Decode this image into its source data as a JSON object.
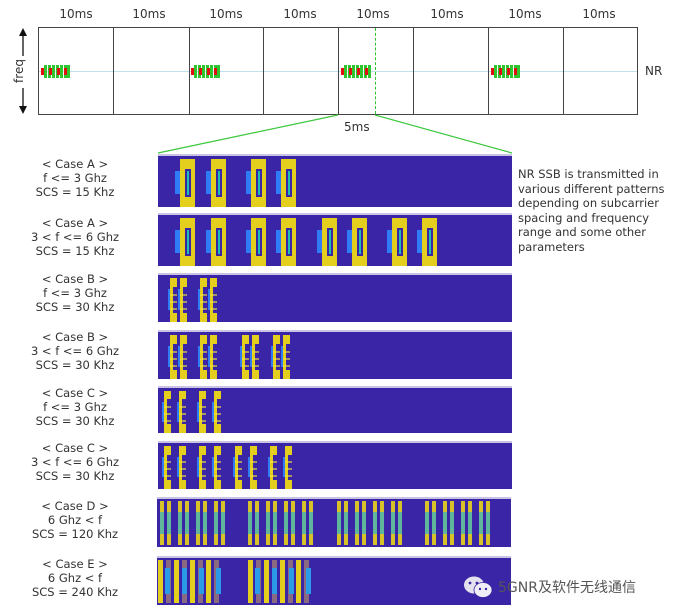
{
  "top_diagram": {
    "frame_labels": [
      "10ms",
      "10ms",
      "10ms",
      "10ms",
      "10ms",
      "10ms",
      "10ms",
      "10ms"
    ],
    "axis_label": "freq",
    "signal_label": "NR",
    "zoom_label": "5ms",
    "colors": {
      "ssb_green": "#2ec62e",
      "ssb_red": "#e01010",
      "nr_line": "#bfe3ea",
      "zoom_line": "#3cc83c"
    }
  },
  "cases": [
    {
      "title": "< Case A >",
      "freq": "f <= 3 Ghz",
      "scs": "SCS = 15 Khz"
    },
    {
      "title": "< Case A >",
      "freq": "3 < f <= 6 Ghz",
      "scs": "SCS = 15 Khz"
    },
    {
      "title": "< Case B >",
      "freq": "f <= 3 Ghz",
      "scs": "SCS = 30 Khz"
    },
    {
      "title": "< Case B >",
      "freq": "3 < f <= 6 Ghz",
      "scs": "SCS = 30 Khz"
    },
    {
      "title": "< Case C >",
      "freq": "f <= 3 Ghz",
      "scs": "SCS = 30 Khz"
    },
    {
      "title": "< Case C >",
      "freq": "3 < f <= 6 Ghz",
      "scs": "SCS = 30 Khz"
    },
    {
      "title": "< Case D >",
      "freq": "6 Ghz < f",
      "scs": "SCS = 120 Khz"
    },
    {
      "title": "< Case E >",
      "freq": "6 Ghz < f",
      "scs": "SCS = 240 Khz"
    }
  ],
  "note": "NR SSB is transmitted in various different patterns depending on subcarrier spacing and frequency range and some other parameters",
  "watermark": {
    "icon": "wechat-icon",
    "text": "5GNR及软件无线通信"
  },
  "panel_colors": {
    "background": "#3a25a6",
    "ssb_yellow": "#e4cf1f",
    "pss_blue": "#2f7cf6",
    "sss_cyan": "#1fbfb0"
  }
}
